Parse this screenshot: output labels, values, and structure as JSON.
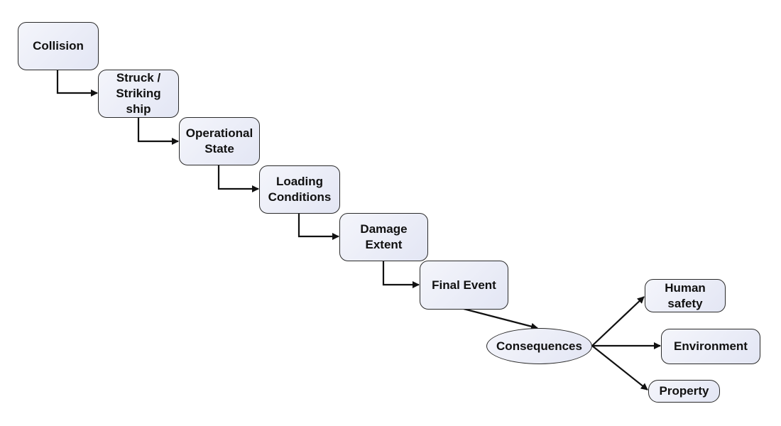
{
  "diagram": {
    "title": "Collision event sequence",
    "nodes": [
      {
        "id": "collision",
        "label": "Collision",
        "shape": "rounded-rect"
      },
      {
        "id": "struck-striking-ship",
        "label": "Struck /\nStriking\nship",
        "shape": "rounded-rect"
      },
      {
        "id": "operational-state",
        "label": "Operational\nState",
        "shape": "rounded-rect"
      },
      {
        "id": "loading-conditions",
        "label": "Loading\nConditions",
        "shape": "rounded-rect"
      },
      {
        "id": "damage-extent",
        "label": "Damage\nExtent",
        "shape": "rounded-rect"
      },
      {
        "id": "final-event",
        "label": "Final Event",
        "shape": "rounded-rect"
      },
      {
        "id": "consequences",
        "label": "Consequences",
        "shape": "ellipse"
      },
      {
        "id": "human-safety",
        "label": "Human\nsafety",
        "shape": "rounded-rect"
      },
      {
        "id": "environment",
        "label": "Environment",
        "shape": "rounded-rect"
      },
      {
        "id": "property",
        "label": "Property",
        "shape": "rounded-rect"
      }
    ],
    "edges": [
      {
        "from": "collision",
        "to": "struck-striking-ship"
      },
      {
        "from": "struck-striking-ship",
        "to": "operational-state"
      },
      {
        "from": "operational-state",
        "to": "loading-conditions"
      },
      {
        "from": "loading-conditions",
        "to": "damage-extent"
      },
      {
        "from": "damage-extent",
        "to": "final-event"
      },
      {
        "from": "final-event",
        "to": "consequences"
      },
      {
        "from": "consequences",
        "to": "human-safety"
      },
      {
        "from": "consequences",
        "to": "environment"
      },
      {
        "from": "consequences",
        "to": "property"
      }
    ],
    "colors": {
      "node_fill": "#e8eaf6",
      "stroke": "#111111",
      "text": "#111111"
    }
  }
}
